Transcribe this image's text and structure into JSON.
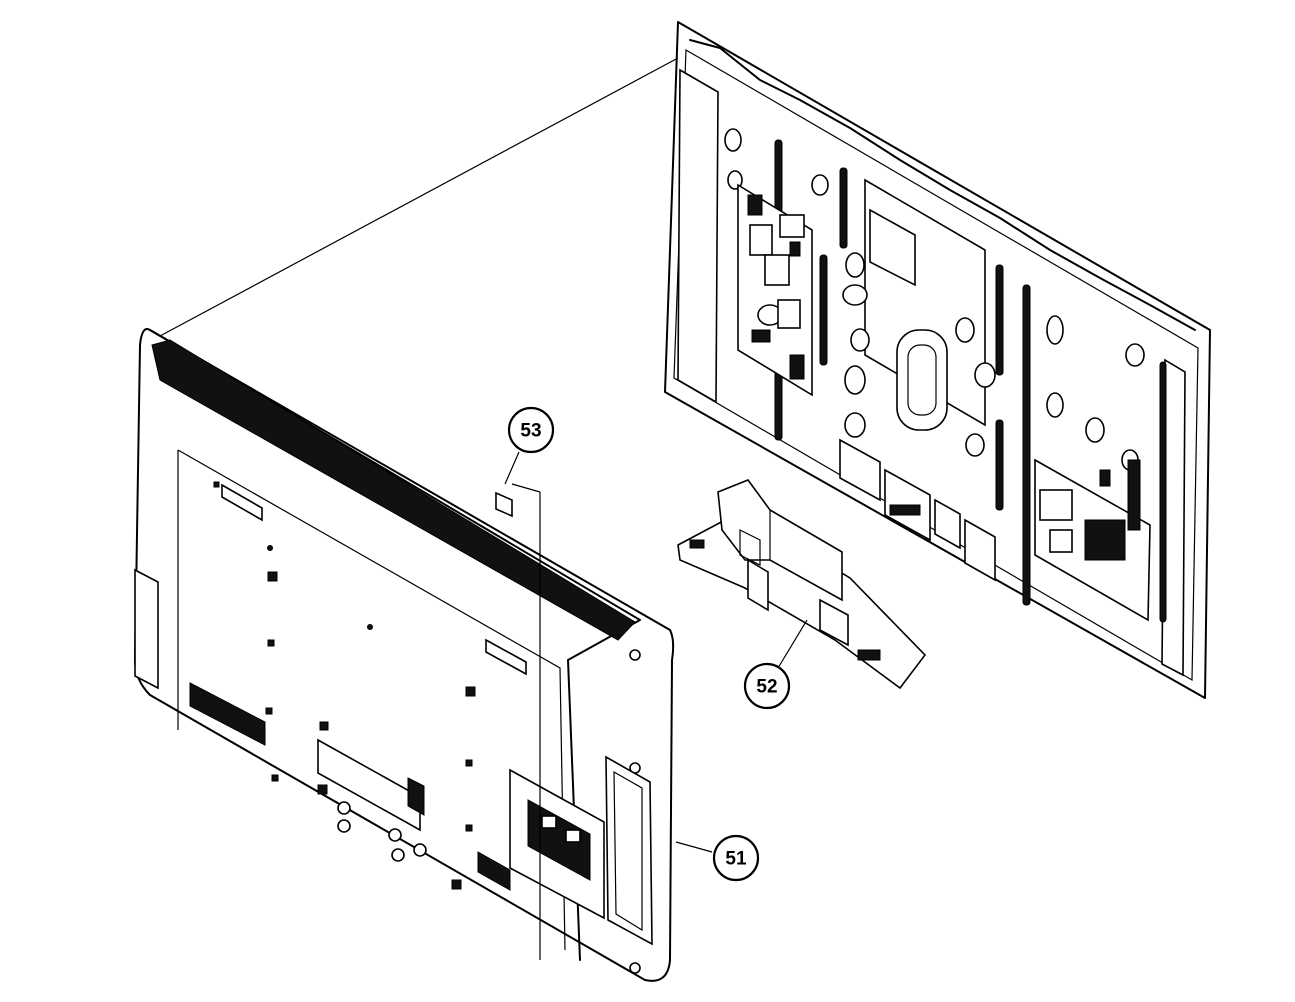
{
  "callouts": [
    {
      "id": "51",
      "label": "51"
    },
    {
      "id": "52",
      "label": "52"
    },
    {
      "id": "53",
      "label": "53"
    }
  ],
  "colors": {
    "line": "#000000",
    "background": "#ffffff"
  }
}
